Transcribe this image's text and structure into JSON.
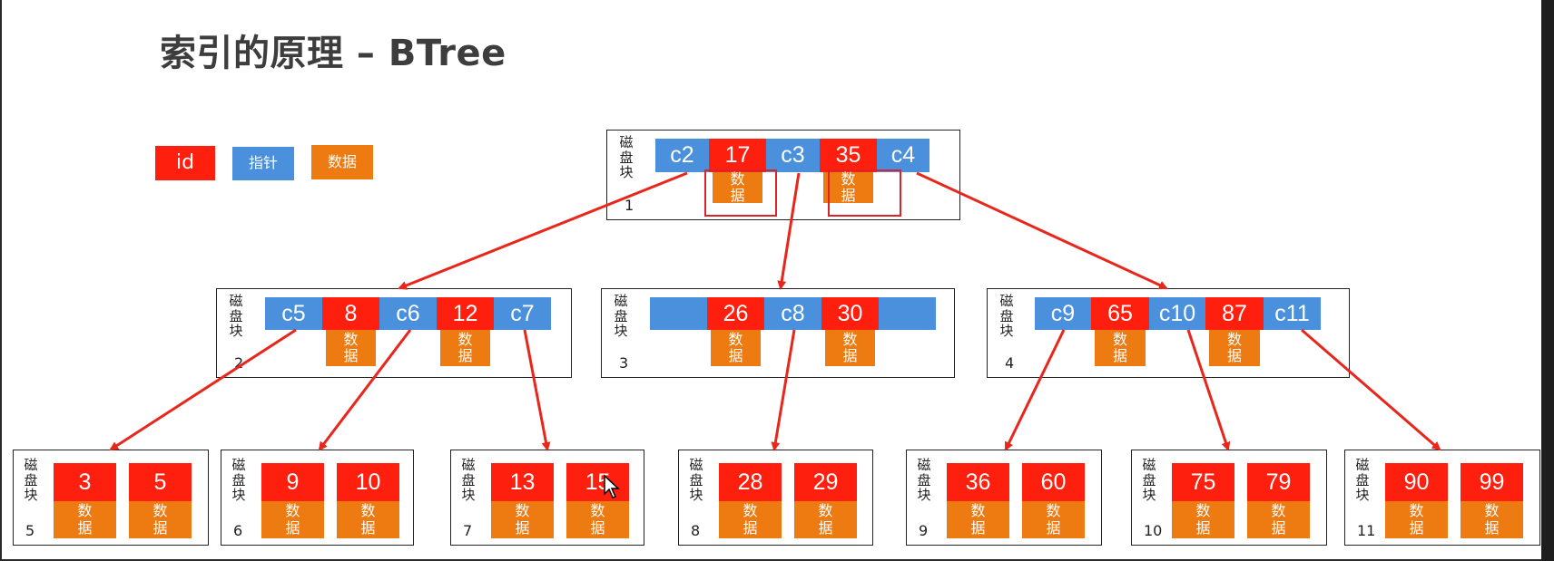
{
  "title": "索引的原理 – BTree",
  "legend": [
    {
      "label": "id",
      "color": "#ff1f0f"
    },
    {
      "label": "指针",
      "color": "#4a90dd"
    },
    {
      "label": "数据",
      "color": "#ee7a12"
    }
  ],
  "block_label": "磁盘块",
  "data_label": "数据",
  "blocks": [
    {
      "number": "1",
      "pointers": [
        "c2",
        "c3",
        "c4"
      ],
      "keys": [
        "17",
        "35"
      ]
    },
    {
      "number": "2",
      "pointers": [
        "c5",
        "c6",
        "c7"
      ],
      "keys": [
        "8",
        "12"
      ]
    },
    {
      "number": "3",
      "pointers": [
        "",
        "c8",
        ""
      ],
      "keys": [
        "26",
        "30"
      ]
    },
    {
      "number": "4",
      "pointers": [
        "c9",
        "c10",
        "c11"
      ],
      "keys": [
        "65",
        "87"
      ]
    },
    {
      "number": "5",
      "keys": [
        "3",
        "5"
      ]
    },
    {
      "number": "6",
      "keys": [
        "9",
        "10"
      ]
    },
    {
      "number": "7",
      "keys": [
        "13",
        "15"
      ]
    },
    {
      "number": "8",
      "keys": [
        "28",
        "29"
      ]
    },
    {
      "number": "9",
      "keys": [
        "36",
        "60"
      ]
    },
    {
      "number": "10",
      "keys": [
        "75",
        "79"
      ]
    },
    {
      "number": "11",
      "keys": [
        "90",
        "99"
      ]
    }
  ],
  "colors": {
    "id": "#ff1f0f",
    "pointer": "#4a90dd",
    "data": "#ee7a12",
    "arrow": "#e8261c",
    "highlight": "#d9242a"
  }
}
